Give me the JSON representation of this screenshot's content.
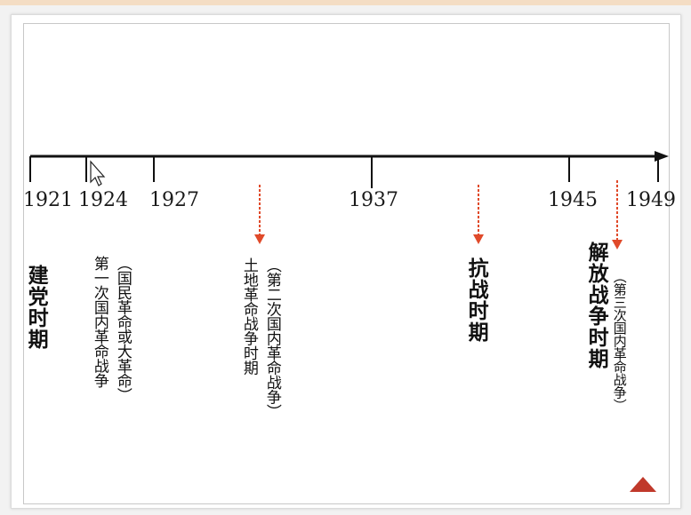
{
  "timeline": {
    "years": [
      "1921",
      "1924",
      "1927",
      "1937",
      "1945",
      "1949"
    ]
  },
  "periods": {
    "party_founding": "建党时期",
    "first_war_sub": "（国民革命或大革命）",
    "first_war": "第一次国内革命战争",
    "second_war": "土地革命战争时期",
    "second_war_sub": "（第二次国内革命战争）",
    "resistance": "抗战时期",
    "liberation": "解放战争时期",
    "third_war_sub": "（第三次国内革命战争）"
  },
  "colors": {
    "axis": "#111111",
    "arrow": "#e04a2a",
    "nav": "#c0392b"
  },
  "icons": {
    "cursor": "mouse-pointer-icon",
    "next": "triangle-up-icon"
  }
}
